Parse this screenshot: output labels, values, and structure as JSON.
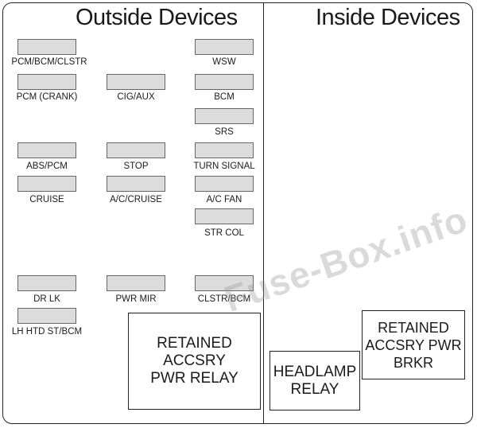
{
  "headings": {
    "outside": "Outside Devices",
    "inside": "Inside Devices"
  },
  "fuses": [
    "PCM/BCM/CLSTR",
    "PCM (CRANK)",
    "ABS/PCM",
    "CRUISE",
    "DR LK",
    "LH HTD ST/BCM",
    "CIG/AUX",
    "STOP",
    "A/C/CRUISE",
    "PWR MIR",
    "WSW",
    "BCM",
    "SRS",
    "TURN SIGNAL",
    "A/C FAN",
    "STR COL",
    "CLSTR/BCM"
  ],
  "relays": {
    "retained_accsry_pwr_relay": "RETAINED\nACCSRY\nPWR RELAY",
    "headlamp_relay": "HEADLAMP\nRELAY",
    "retained_accsry_pwr_brkr": "RETAINED\nACCSRY PWR\nBRKR"
  },
  "watermark": "Fuse-Box.info"
}
